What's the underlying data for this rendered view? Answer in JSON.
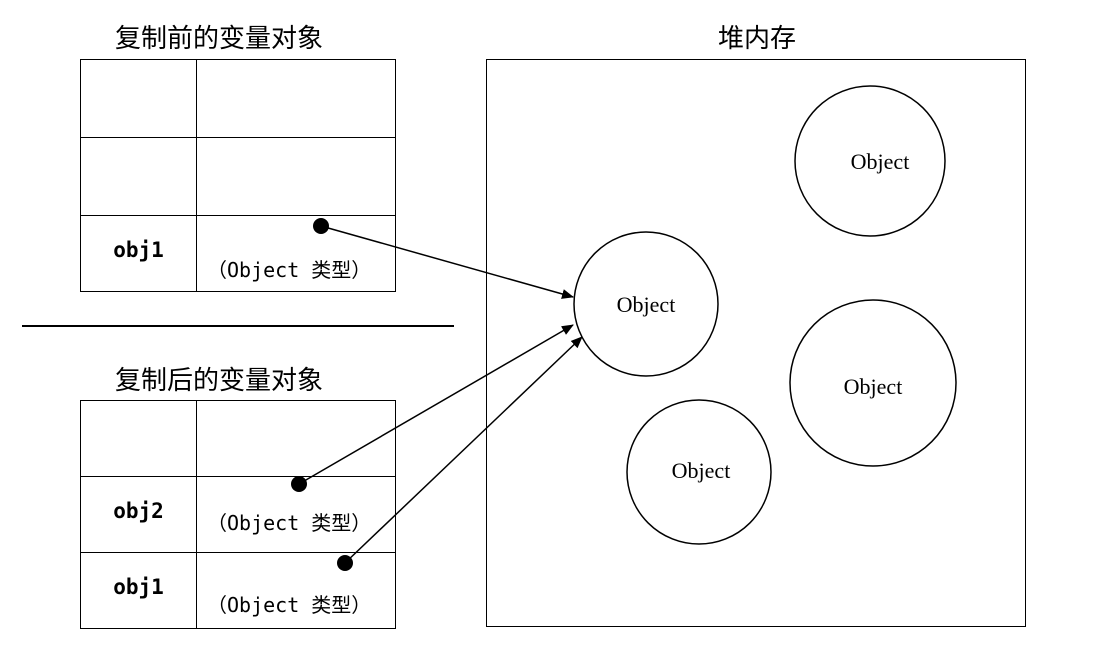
{
  "before": {
    "title": "复制前的变量对象",
    "rows": [
      {
        "name": "",
        "value": ""
      },
      {
        "name": "",
        "value": ""
      },
      {
        "name": "obj1",
        "value": "（Object 类型）"
      }
    ]
  },
  "after": {
    "title": "复制后的变量对象",
    "rows": [
      {
        "name": "",
        "value": ""
      },
      {
        "name": "obj2",
        "value": "（Object 类型）"
      },
      {
        "name": "obj1",
        "value": "（Object 类型）"
      }
    ]
  },
  "heap": {
    "title": "堆内存",
    "objects": [
      {
        "id": "top-right",
        "label": "Object"
      },
      {
        "id": "referenced",
        "label": "Object"
      },
      {
        "id": "right-middle",
        "label": "Object"
      },
      {
        "id": "bottom-middle",
        "label": "Object"
      }
    ]
  },
  "references": [
    {
      "from": "before.obj1",
      "to": "referenced"
    },
    {
      "from": "after.obj2",
      "to": "referenced"
    },
    {
      "from": "after.obj1",
      "to": "referenced"
    }
  ]
}
